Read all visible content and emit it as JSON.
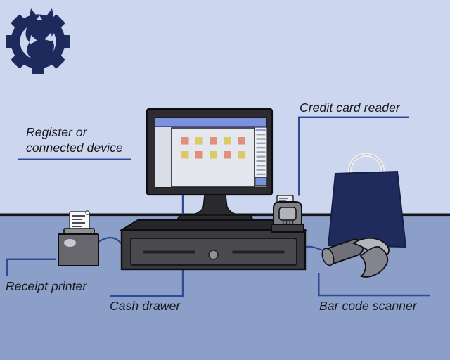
{
  "diagram": {
    "title_present": false,
    "labels": {
      "register": "Register or connected device",
      "credit_card_reader": "Credit card reader",
      "receipt_printer": "Receipt printer",
      "cash_drawer": "Cash drawer",
      "barcode_scanner": "Bar code scanner"
    },
    "icons": {
      "logo": "gear-cat-logo"
    },
    "colors": {
      "background_top": "#ccd6ee",
      "background_bottom": "#8b9fc9",
      "divider_line": "#141414",
      "logo_navy": "#1e2a5c",
      "connector_navy": "#2e4a94",
      "label_ink": "#17171c",
      "screen_accent_blue": "#7c91dc",
      "tile_salmon": "#e09079",
      "tile_yellow": "#dcc968",
      "bag_navy": "#202b5d"
    },
    "screen_tiles": {
      "row1": [
        "salmon",
        "yellow",
        "salmon",
        "yellow",
        "salmon"
      ],
      "row2": [
        "yellow",
        "salmon",
        "yellow",
        "salmon",
        "yellow"
      ]
    }
  }
}
